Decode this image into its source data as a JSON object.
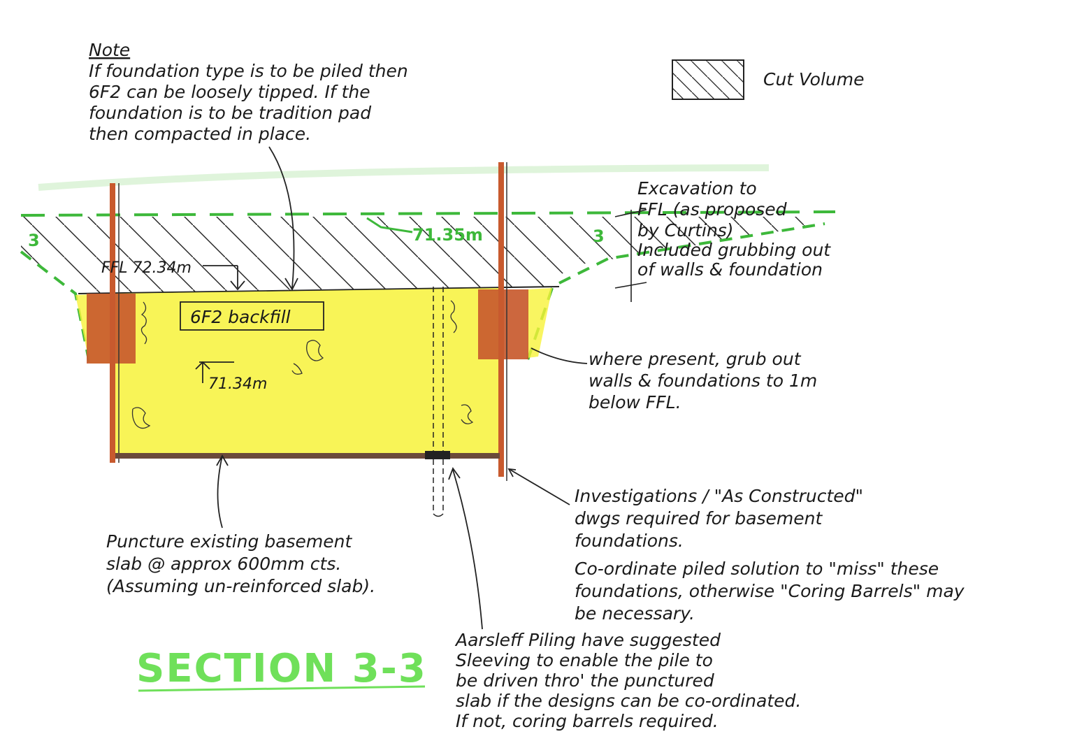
{
  "note": {
    "heading": "Note",
    "lines": [
      "If foundation type is to be piled then",
      "6F2 can be loosely tipped. If the",
      "foundation is to be tradition pad",
      "then compacted in place."
    ]
  },
  "legend": {
    "label": "Cut Volume"
  },
  "levels": {
    "proposed": "71.35m",
    "ffl": "FFL 72.34m",
    "lower": "71.34m",
    "side_mark_left": "3",
    "side_mark_right": "3"
  },
  "fill_label": "6F2 backfill",
  "excavation_note": [
    "Excavation to",
    "FFL (as proposed",
    "by Curtins)",
    "Included grubbing out",
    "of walls & foundation"
  ],
  "grub_note": [
    "where present, grub out",
    "walls & foundations to 1m",
    "below FFL."
  ],
  "investigation_note": [
    "Investigations / \"As Constructed\"",
    "dwgs required for basement",
    "foundations.",
    "Co-ordinate piled solution to \"miss\" these",
    "foundations, otherwise \"Coring Barrels\" may",
    "be necessary."
  ],
  "puncture_note": [
    "Puncture existing basement",
    "slab @ approx 600mm cts.",
    "(Assuming un-reinforced slab)."
  ],
  "piling_note": [
    "Aarsleff Piling have suggested",
    "Sleeving to enable the pile to",
    "be driven thro' the punctured",
    "slab if the designs can be co-ordinated.",
    "If not, coring barrels required."
  ],
  "section_title": "SECTION 3-3",
  "colors": {
    "ink": "#1a1a1a",
    "green_title": "#6fe05a",
    "green_line": "#3db83a",
    "yellow_fill": "#f7f23a",
    "brick_red": "#c85a2e",
    "slab_brown": "#6b4a3a"
  }
}
